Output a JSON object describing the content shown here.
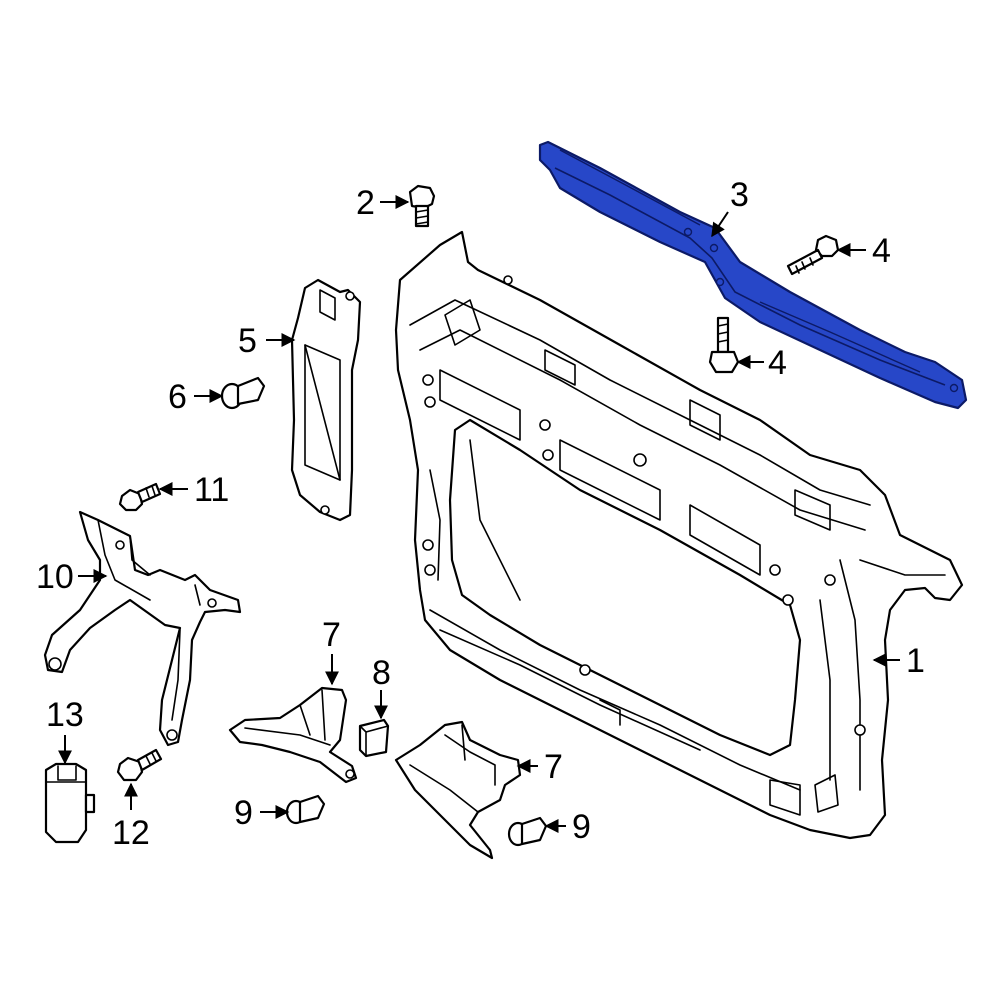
{
  "colors": {
    "highlight_fill": "#2747c8",
    "highlight_stroke": "#0c1a66",
    "line": "#000000",
    "background": "#ffffff"
  },
  "callouts": {
    "c1": "1",
    "c2": "2",
    "c3": "3",
    "c4a": "4",
    "c4b": "4",
    "c5": "5",
    "c6": "6",
    "c7a": "7",
    "c7b": "7",
    "c8": "8",
    "c9a": "9",
    "c9b": "9",
    "c10": "10",
    "c11": "11",
    "c12": "12",
    "c13": "13"
  }
}
